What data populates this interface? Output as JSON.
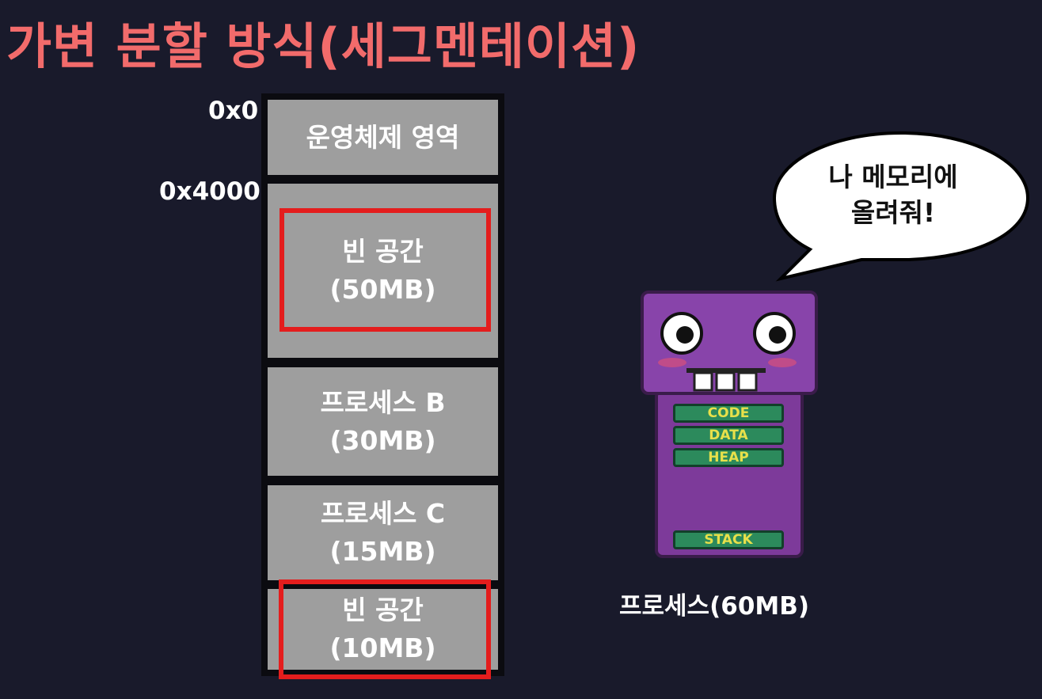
{
  "title": "가변 분할 방식(세그멘테이션)",
  "addresses": {
    "start": "0x0",
    "os_end": "0x4000"
  },
  "memory_blocks": [
    {
      "label": "운영체제 영역",
      "highlighted": false
    },
    {
      "label": "빈 공간\n(50MB)",
      "highlighted": true
    },
    {
      "label": "프로세스 B\n(30MB)",
      "highlighted": false
    },
    {
      "label": "프로세스 C\n(15MB)",
      "highlighted": false
    },
    {
      "label": "빈 공간\n(10MB)",
      "highlighted": true
    }
  ],
  "speech_bubble": "나 메모리에\n올려줘!",
  "process": {
    "label": "프로세스(60MB)",
    "segments": [
      "CODE",
      "DATA",
      "HEAP",
      "STACK"
    ]
  },
  "colors": {
    "title": "#f26b6b",
    "background": "#191a2b",
    "block_fill": "#9e9e9e",
    "highlight": "#e41d1d",
    "process_body": "#7d3a9a",
    "segment_fill": "#2c8a5c",
    "segment_text": "#e8e04a"
  }
}
